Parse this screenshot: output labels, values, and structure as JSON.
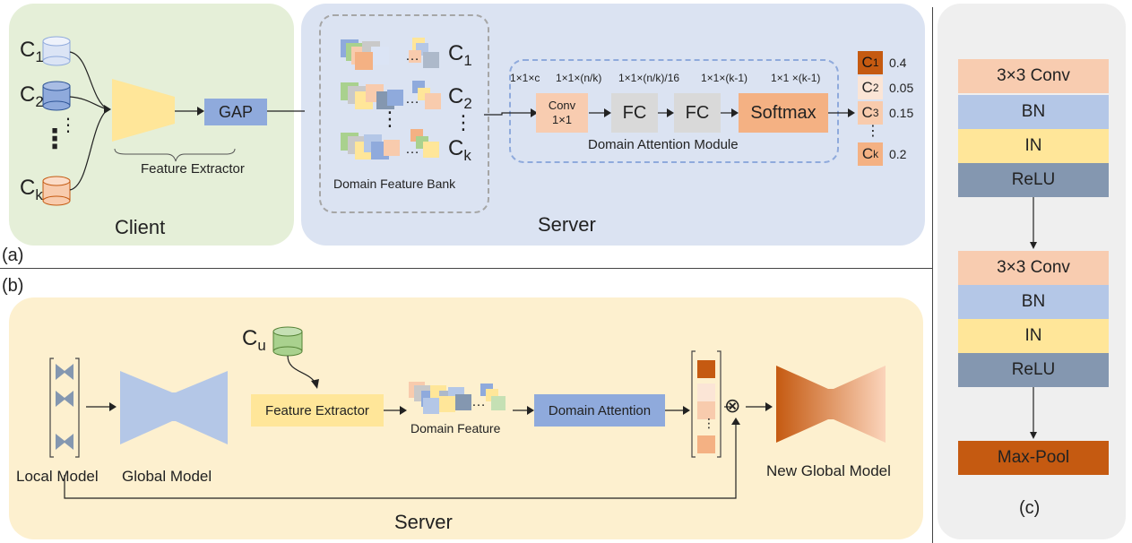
{
  "panel_a": {
    "label": "(a)",
    "client": {
      "title": "Client",
      "datasets": [
        {
          "letter": "C",
          "sub": "1"
        },
        {
          "letter": "C",
          "sub": "2"
        },
        {
          "letter": "C",
          "sub": "k"
        }
      ],
      "vdots": "⋮",
      "gap_label": "GAP",
      "extractor_label": "Feature Extractor"
    },
    "server": {
      "title": "Server",
      "bank": {
        "rows": [
          {
            "letter": "C",
            "sub": "1"
          },
          {
            "letter": "C",
            "sub": "2"
          },
          {
            "letter": "C",
            "sub": "k"
          }
        ],
        "dots": "…",
        "vdots": "⋮",
        "label": "Domain Feature Bank"
      },
      "attention": {
        "label": "Domain Attention Module",
        "dims": [
          "1×1×c",
          "1×1×(n/k)",
          "1×1×(n/k)/16",
          "1×1×(k-1)",
          "1×1 ×(k-1)"
        ],
        "conv_line1": "Conv",
        "conv_line2": "1×1",
        "fc1": "FC",
        "fc2": "FC",
        "softmax": "Softmax"
      },
      "weights": [
        {
          "letter": "C",
          "sub": "1",
          "value": "0.4"
        },
        {
          "letter": "C",
          "sub": "2",
          "value": "0.05"
        },
        {
          "letter": "C",
          "sub": "3",
          "value": "0.15"
        },
        {
          "letter": "C",
          "sub": "k",
          "value": "0.2"
        }
      ],
      "weights_vdots": "⋮"
    }
  },
  "panel_b": {
    "label": "(b)",
    "title": "Server",
    "local_model": "Local Model",
    "global_model": "Global Model",
    "dataset": {
      "letter": "C",
      "sub": "u"
    },
    "feature_extractor": "Feature Extractor",
    "domain_feature": "Domain Feature",
    "domain_attention": "Domain Attention",
    "new_global_model": "New Global Model",
    "otimes": "⊗",
    "vdots": "⋮",
    "dots": "…"
  },
  "panel_c": {
    "label": "(c)",
    "block1": [
      "3×3 Conv",
      "BN",
      "IN",
      "ReLU"
    ],
    "block2": [
      "3×3 Conv",
      "BN",
      "IN",
      "ReLU"
    ],
    "pool": "Max-Pool"
  },
  "colors": {
    "client_bg": "#e5efd8",
    "server_bg": "#dbe3f2",
    "panel_b_bg": "#fdf0cf",
    "panel_c_bg": "#efefef",
    "conv": "#f8ccb0",
    "bn": "#b4c7e7",
    "in": "#ffe699",
    "relu": "#8497b0",
    "maxpool": "#c55a11",
    "gap": "#8faadc",
    "fc": "#d9d9d9",
    "softmax": "#f4b183",
    "domain_attention": "#8faadc",
    "feature_extractor": "#ffe699"
  }
}
